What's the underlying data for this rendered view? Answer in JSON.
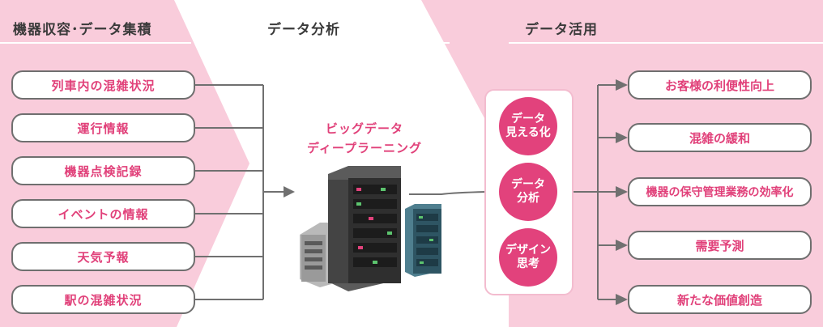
{
  "columns": {
    "collect": {
      "title": "機器収容･データ集積"
    },
    "analyze": {
      "title": "データ分析"
    },
    "use": {
      "title": "データ活用"
    }
  },
  "inputs": [
    "列車内の混雑状況",
    "運行情報",
    "機器点検記録",
    "イベントの情報",
    "天気予報",
    "駅の混雑状況"
  ],
  "cloud": {
    "line1": "ビッグデータ",
    "line2": "ディープラーニング"
  },
  "methods": [
    {
      "line1": "データ",
      "line2": "見える化"
    },
    {
      "line1": "データ",
      "line2": "分析"
    },
    {
      "line1": "デザイン",
      "line2": "思考"
    }
  ],
  "outputs": [
    "お客様の利便性向上",
    "混雑の緩和",
    "機器の保守管理業務の効率化",
    "需要予測",
    "新たな価値創造"
  ],
  "colors": {
    "band_pink": "#f9ccdb",
    "accent": "#e1417a",
    "circle": "#e2427c",
    "border": "#6f6f6f",
    "connector": "#707070"
  },
  "icons": [
    "cloud-icon",
    "server-rack-icon"
  ]
}
